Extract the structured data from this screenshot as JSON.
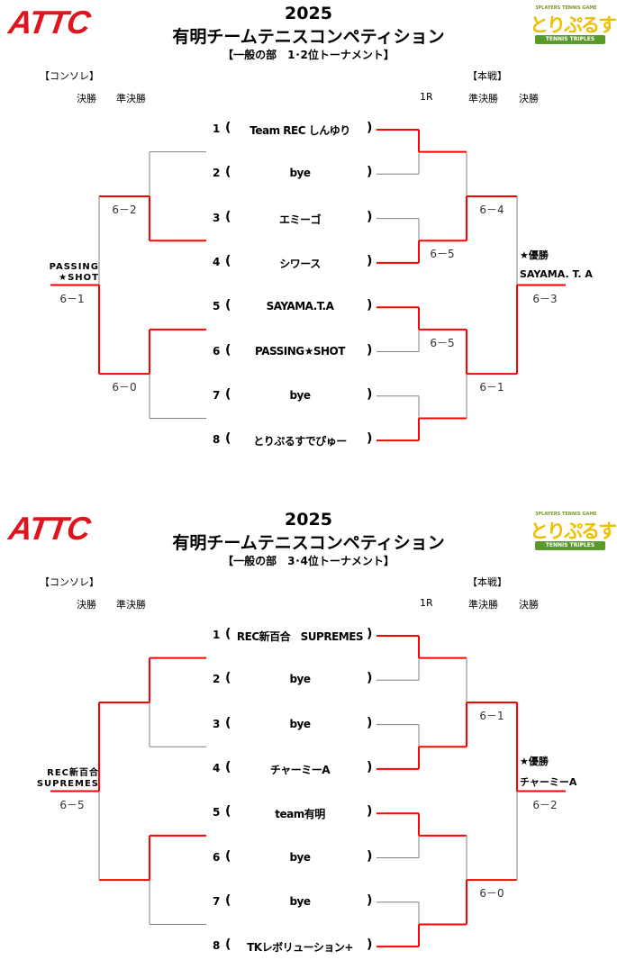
{
  "colors": {
    "win": "#ff0000",
    "lose": "#808080",
    "attc": "#e0141e"
  },
  "logos": {
    "attc": "ATTC",
    "triples_name": "とりぷるす",
    "triples_tag": "3PLAYERS TENNIS GAME",
    "triples_ribbon": "TENNIS TRIPLES"
  },
  "brackets": [
    {
      "year": "2025",
      "title": "有明チームテニスコンペティション",
      "subtitle": "【一般の部　1･2位トーナメント】",
      "consolation_label": "【コンソレ】",
      "main_label": "【本戦】",
      "left_rounds": [
        "決勝",
        "準決勝"
      ],
      "right_rounds": [
        "1R",
        "準決勝",
        "決勝"
      ],
      "teams": [
        {
          "no": "1",
          "name": "Team REC しんゆり"
        },
        {
          "no": "2",
          "name": "bye"
        },
        {
          "no": "3",
          "name": "エミーゴ"
        },
        {
          "no": "4",
          "name": "シワース"
        },
        {
          "no": "5",
          "name": "SAYAMA.T.A"
        },
        {
          "no": "6",
          "name": "PASSING★SHOT"
        },
        {
          "no": "7",
          "name": "bye"
        },
        {
          "no": "8",
          "name": "とりぷるすでぴゅー"
        }
      ],
      "open_paren": "(",
      "close_paren": ")",
      "main": {
        "r1_winners": [
          "top",
          "bottom",
          "top",
          "bottom"
        ],
        "r1_scores": [
          "",
          "6－5",
          "6－5",
          ""
        ],
        "semi_winners": [
          "bottom",
          "top"
        ],
        "semi_scores": [
          "6－4",
          "6－1"
        ],
        "final_winner": "bottom",
        "final_score": "6－3",
        "champion_label": "★優勝",
        "champion": "SAYAMA. T. A"
      },
      "consolation": {
        "semi_winners": [
          "bottom",
          "top"
        ],
        "semi_scores": [
          "6－2",
          "6－0"
        ],
        "final_winner": "bottom",
        "final_score": "6－1",
        "winner_lines": [
          "PASSING",
          "★SHOT"
        ]
      }
    },
    {
      "year": "2025",
      "title": "有明チームテニスコンペティション",
      "subtitle": "【一般の部　3･4位トーナメント】",
      "consolation_label": "【コンソレ】",
      "main_label": "【本戦】",
      "left_rounds": [
        "決勝",
        "準決勝"
      ],
      "right_rounds": [
        "1R",
        "準決勝",
        "決勝"
      ],
      "teams": [
        {
          "no": "1",
          "name": "REC新百合　SUPREMES"
        },
        {
          "no": "2",
          "name": "bye"
        },
        {
          "no": "3",
          "name": "bye"
        },
        {
          "no": "4",
          "name": "チャーミーA"
        },
        {
          "no": "5",
          "name": "team有明"
        },
        {
          "no": "6",
          "name": "bye"
        },
        {
          "no": "7",
          "name": "bye"
        },
        {
          "no": "8",
          "name": "TKレボリューション+"
        }
      ],
      "open_paren": "(",
      "close_paren": ")",
      "main": {
        "r1_winners": [
          "top",
          "bottom",
          "top",
          "bottom"
        ],
        "r1_scores": [
          "",
          "",
          "",
          ""
        ],
        "semi_winners": [
          "bottom",
          "bottom"
        ],
        "semi_scores": [
          "6－1",
          "6－0"
        ],
        "final_winner": "top",
        "final_score": "6－2",
        "champion_label": "★優勝",
        "champion": "チャーミーA"
      },
      "consolation": {
        "semi_winners": [
          "top",
          "top"
        ],
        "semi_scores": [
          "",
          ""
        ],
        "final_winner": "top",
        "final_score": "6－5",
        "winner_lines": [
          "REC新百合",
          "SUPREMES"
        ]
      }
    }
  ]
}
